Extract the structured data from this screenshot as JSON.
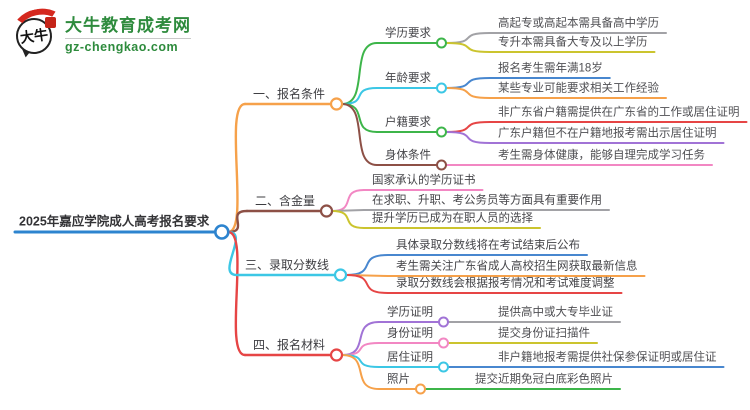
{
  "header": {
    "brand_name": "大牛教育成考网",
    "brand_domain": "gz-chengkao.com",
    "logo_text": "大牛",
    "brand_color": "#2e8b3d",
    "logo_red": "#d5281e"
  },
  "mindmap": {
    "root": {
      "label": "2025年嘉应学院成人高考报名要求",
      "color": "#2d84cf",
      "children": [
        {
          "label": "一、报名条件",
          "color": "#f6a14a",
          "children": [
            {
              "label": "学历要求",
              "color": "#3db54a",
              "children": [
                {
                  "label": "高起专或高起本需具备高中学历",
                  "color": "#a2a2a6"
                },
                {
                  "label": "专升本需具备大专及以上学历",
                  "color": "#cbc42e"
                }
              ]
            },
            {
              "label": "年龄要求",
              "color": "#3cc7e5",
              "children": [
                {
                  "label": "报名考生需年满18岁",
                  "color": "#4887cf"
                },
                {
                  "label": "某些专业可能要求相关工作经验",
                  "color": "#f6a14a"
                }
              ]
            },
            {
              "label": "户籍要求",
              "color": "#3db54a",
              "children": [
                {
                  "label": "非广东省户籍需提供在广东省的工作或居住证明",
                  "color": "#e64545"
                },
                {
                  "label": "广东户籍但不在户籍地报考需出示居住证明",
                  "color": "#a173d6"
                }
              ]
            },
            {
              "label": "身体条件",
              "color": "#8d5046",
              "children": [
                {
                  "label": "考生需身体健康，能够自理完成学习任务",
                  "color": "#f287c3"
                }
              ]
            }
          ]
        },
        {
          "label": "二、含金量",
          "color": "#8d5046",
          "children": [
            {
              "label": "国家承认的学历证书",
              "color": "#f287c3"
            },
            {
              "label": "在求职、升职、考公务员等方面具有重要作用",
              "color": "#a2a2a6"
            },
            {
              "label": "提升学历已成为在职人员的选择",
              "color": "#cbc42e"
            }
          ]
        },
        {
          "label": "三、录取分数线",
          "color": "#3cc7e5",
          "children": [
            {
              "label": "具体录取分数线将在考试结束后公布",
              "color": "#4887cf"
            },
            {
              "label": "考生需关注广东省成人高校招生网获取最新信息",
              "color": "#f6a14a"
            },
            {
              "label": "录取分数线会根据报考情况和考试难度调整",
              "color": "#e64545"
            }
          ]
        },
        {
          "label": "四、报名材料",
          "color": "#e64545",
          "children": [
            {
              "label": "学历证明",
              "color": "#a173d6",
              "children": [
                {
                  "label": "提供高中或大专毕业证",
                  "color": "#a2a2a6"
                }
              ]
            },
            {
              "label": "身份证明",
              "color": "#f287c3",
              "children": [
                {
                  "label": "提交身份证扫描件",
                  "color": "#cbc42e"
                }
              ]
            },
            {
              "label": "居住证明",
              "color": "#3cc7e5",
              "children": [
                {
                  "label": "非户籍地报考需提供社保参保证明或居住证",
                  "color": "#4887cf"
                }
              ]
            },
            {
              "label": "照片",
              "color": "#f6a14a",
              "children": [
                {
                  "label": "提交近期免冠白底彩色照片",
                  "color": "#3db54a"
                }
              ]
            }
          ]
        }
      ]
    }
  }
}
